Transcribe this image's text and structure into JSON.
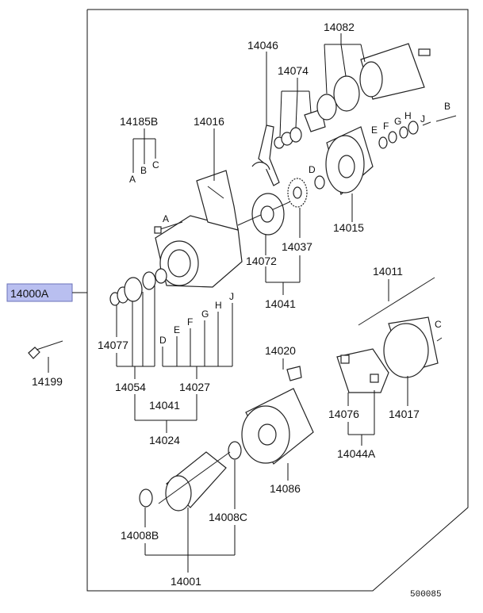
{
  "diagram": {
    "code": "500085",
    "highlight_color": "#b9bff0",
    "labels": {
      "p14000A": "14000A",
      "p14199": "14199",
      "p14185B": "14185B",
      "p14016": "14016",
      "p14046": "14046",
      "p14082": "14082",
      "p14074": "14074",
      "p14015": "14015",
      "p14037": "14037",
      "p14072": "14072",
      "p14041a": "14041",
      "p14011": "14011",
      "p14077": "14077",
      "p14054": "14054",
      "p14027": "14027",
      "p14041b": "14041",
      "p14024": "14024",
      "p14020": "14020",
      "p14076": "14076",
      "p14017": "14017",
      "p14044A": "14044A",
      "p14086": "14086",
      "p14008B": "14008B",
      "p14008C": "14008C",
      "p14001": "14001",
      "sA1": "A",
      "sB1": "B",
      "sC1": "C",
      "sA2": "A",
      "sB2": "B",
      "sD1": "D",
      "sE1": "E",
      "sF1": "F",
      "sG1": "G",
      "sH1": "H",
      "sJ1": "J",
      "sD2": "D",
      "sE2": "E",
      "sF2": "F",
      "sG2": "G",
      "sH2": "H",
      "sJ2": "J",
      "sC2": "C"
    }
  }
}
